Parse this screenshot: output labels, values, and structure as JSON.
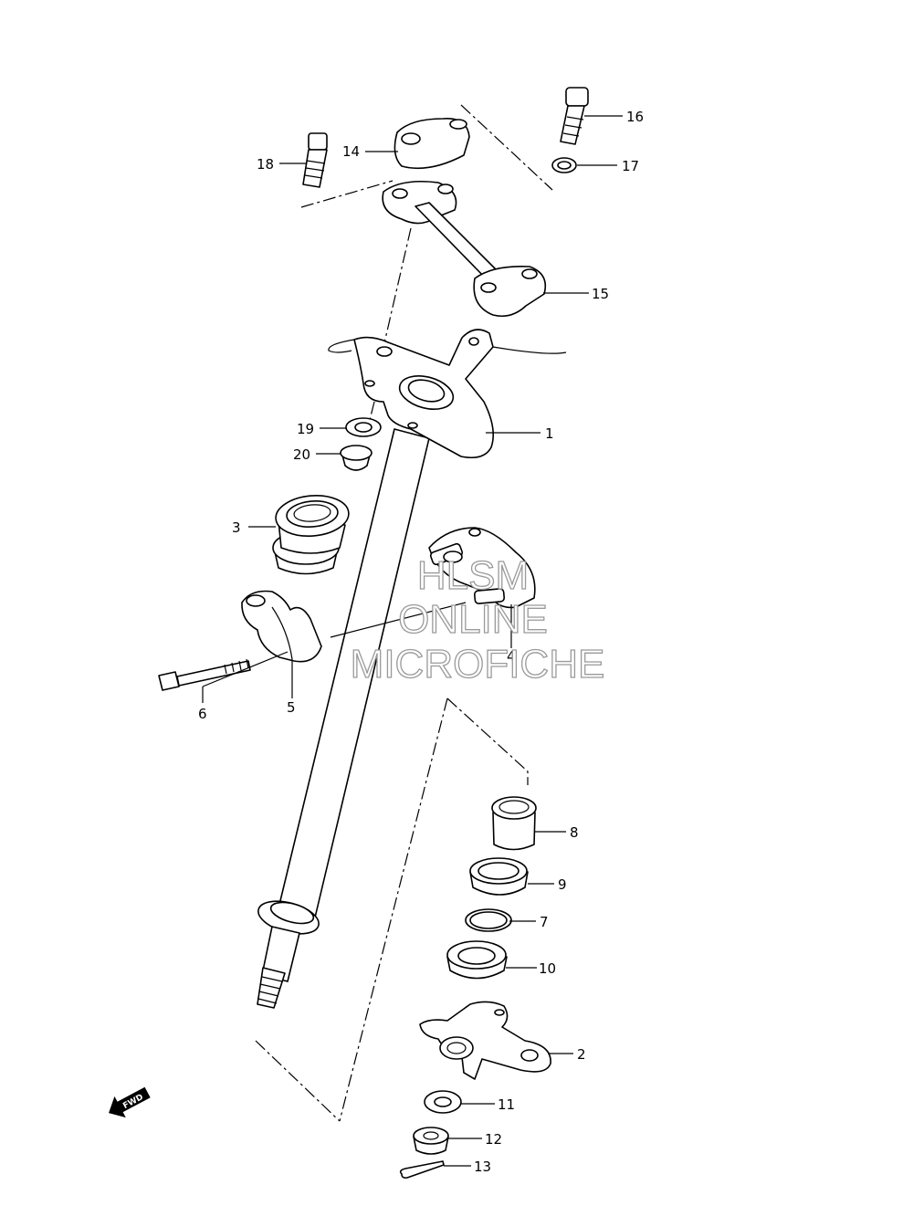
{
  "callouts": [
    {
      "id": "c1",
      "label": "1"
    },
    {
      "id": "c2",
      "label": "2"
    },
    {
      "id": "c3",
      "label": "3"
    },
    {
      "id": "c4",
      "label": "4"
    },
    {
      "id": "c5",
      "label": "5"
    },
    {
      "id": "c6",
      "label": "6"
    },
    {
      "id": "c7",
      "label": "7"
    },
    {
      "id": "c8",
      "label": "8"
    },
    {
      "id": "c9",
      "label": "9"
    },
    {
      "id": "c10",
      "label": "10"
    },
    {
      "id": "c11",
      "label": "11"
    },
    {
      "id": "c12",
      "label": "12"
    },
    {
      "id": "c13",
      "label": "13"
    },
    {
      "id": "c14",
      "label": "14"
    },
    {
      "id": "c15",
      "label": "15"
    },
    {
      "id": "c16",
      "label": "16"
    },
    {
      "id": "c17",
      "label": "17"
    },
    {
      "id": "c18",
      "label": "18"
    },
    {
      "id": "c19",
      "label": "19"
    },
    {
      "id": "c20",
      "label": "20"
    }
  ],
  "watermark": [
    "HLSM",
    "ONLINE",
    "MICROFICHE"
  ],
  "direction_arrow": "FWD"
}
